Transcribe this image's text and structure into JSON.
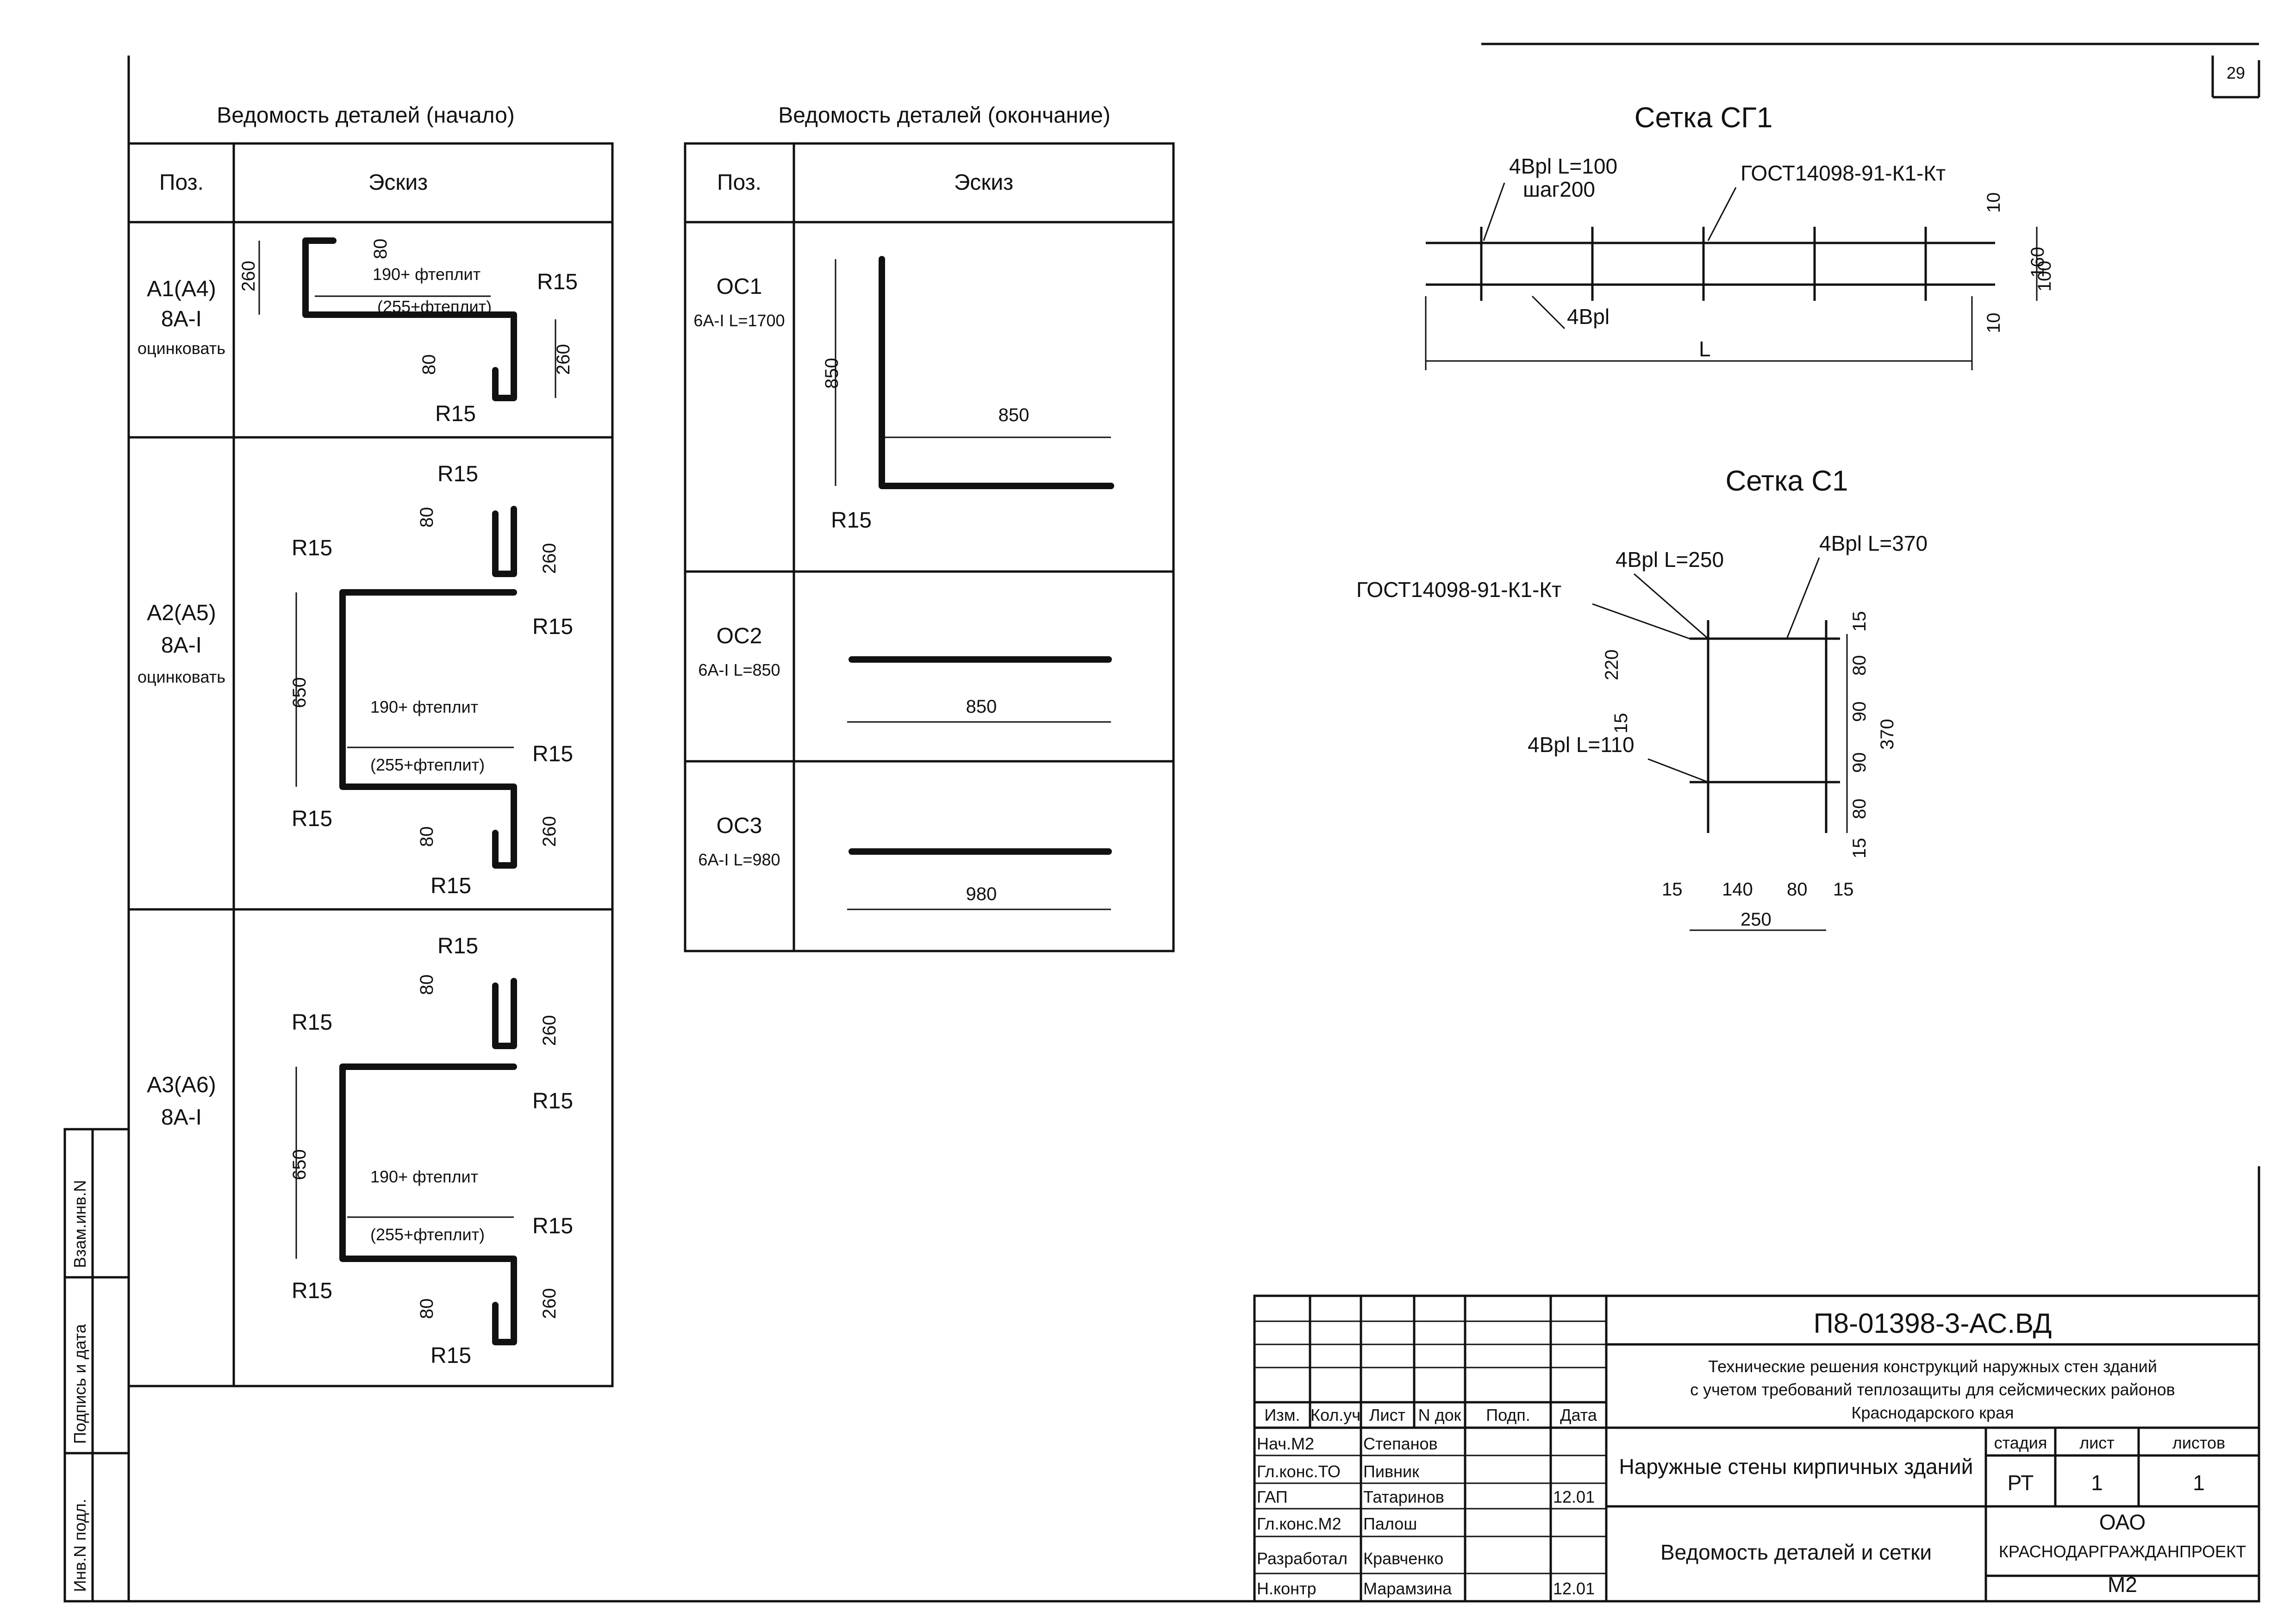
{
  "page_number": "29",
  "table1": {
    "title": "Ведомость деталей (начало)",
    "col_pos": "Поз.",
    "col_sketch": "Эскиз",
    "rows": [
      {
        "pos": "А1(А4)",
        "steel": "8А-I",
        "note": "оцинковать",
        "r_labels": [
          "R15",
          "R15"
        ],
        "dims": [
          "80",
          "260",
          "190+ фтеплит",
          "(255+фтеплит)",
          "80",
          "260"
        ]
      },
      {
        "pos": "А2(А5)",
        "steel": "8А-I",
        "note": "оцинковать",
        "r_labels": [
          "R15",
          "R15",
          "R15",
          "R15",
          "R15",
          "R15"
        ],
        "dims": [
          "80",
          "260",
          "650",
          "190+ фтеплит",
          "(255+фтеплит)",
          "80",
          "260"
        ]
      },
      {
        "pos": "А3(А6)",
        "steel": "8А-I",
        "note": "",
        "r_labels": [
          "R15",
          "R15",
          "R15",
          "R15",
          "R15",
          "R15"
        ],
        "dims": [
          "80",
          "260",
          "650",
          "190+ фтеплит",
          "(255+фтеплит)",
          "80",
          "260"
        ]
      }
    ]
  },
  "table2": {
    "title": "Ведомость деталей (окончание)",
    "col_pos": "Поз.",
    "col_sketch": "Эскиз",
    "rows": [
      {
        "pos": "ОС1",
        "steel": "6А-I L=1700",
        "dims": [
          "850",
          "850"
        ],
        "r_label": "R15"
      },
      {
        "pos": "ОС2",
        "steel": "6А-I L=850",
        "dims": [
          "850"
        ]
      },
      {
        "pos": "ОС3",
        "steel": "6А-I L=980",
        "dims": [
          "980"
        ]
      }
    ]
  },
  "mesh_sg1": {
    "title": "Сетка СГ1",
    "labels": [
      "4Врl L=100",
      "шаг200",
      "ГОСТ14098-91-К1-Кт",
      "4Врl",
      "L"
    ],
    "dims": [
      "10",
      "160",
      "100",
      "10"
    ]
  },
  "mesh_c1": {
    "title": "Сетка С1",
    "labels": [
      "4Врl L=250",
      "4Врl L=370",
      "ГОСТ14098-91-К1-Кт",
      "4Врl L=110"
    ],
    "dims_left": [
      "220",
      "15"
    ],
    "dims_right": [
      "15",
      "80",
      "90",
      "90",
      "80",
      "15",
      "370"
    ],
    "dims_bottom": [
      "15",
      "140",
      "80",
      "15",
      "250"
    ]
  },
  "stamp": {
    "code": "П8-01398-3-АС.ВД",
    "description": "Технические решения конструкций наружных стен зданий с учетом требований теплозащиты для сейсмических районов Краснодарского края",
    "description_line1": "Технические решения конструкций наружных стен зданий",
    "description_line2": "с учетом требований теплозащиты для сейсмических районов",
    "description_line3": "Краснодарского края",
    "subject": "Наружные стены кирпичных зданий",
    "sheet_title": "Ведомость деталей и сетки",
    "stage_label": "стадия",
    "sheet_label": "лист",
    "sheets_label": "листов",
    "stage": "РТ",
    "sheet": "1",
    "sheets": "1",
    "org_line1": "ОАО",
    "org_line2": "КРАСНОДАРГРАЖДАНПРОЕКТ",
    "org_line3": "М2",
    "header_cols": [
      "Изм.",
      "Кол.уч",
      "Лист",
      "N док",
      "Подп.",
      "Дата"
    ],
    "roles": [
      {
        "role": "Нач.М2",
        "name": "Степанов",
        "date": ""
      },
      {
        "role": "Гл.конс.ТО",
        "name": "Пивник",
        "date": ""
      },
      {
        "role": "ГАП",
        "name": "Татаринов",
        "date": "12.01"
      },
      {
        "role": "Гл.конс.М2",
        "name": "Палош",
        "date": ""
      },
      {
        "role": "Разработал",
        "name": "Кравченко",
        "date": ""
      },
      {
        "role": "Н.контр",
        "name": "Марамзина",
        "date": "12.01"
      }
    ]
  },
  "side_stamp": [
    "Инв.N подл.",
    "Подпись и дата",
    "Взам.инв.N"
  ]
}
